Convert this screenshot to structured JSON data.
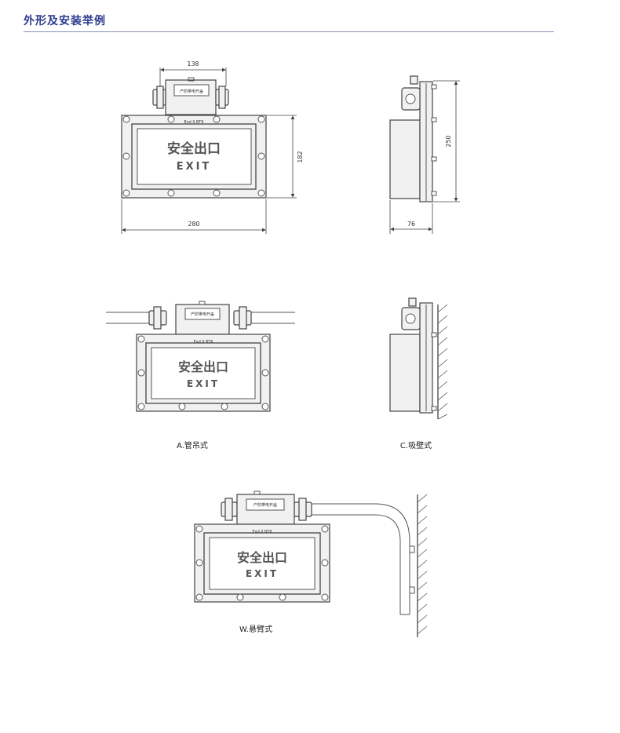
{
  "header": {
    "title": "外形及安装举例"
  },
  "sign": {
    "chinese": "安全出口",
    "english": "EXIT",
    "junction_label": "产防带电开盖",
    "exd_mark": "Exd II BT6"
  },
  "dimensions": {
    "top_width": "138",
    "height": "182",
    "width": "280",
    "side_height": "250",
    "depth": "76"
  },
  "labels": {
    "a": "A.管吊式",
    "c": "C.吸壁式",
    "w": "W.悬臂式"
  }
}
